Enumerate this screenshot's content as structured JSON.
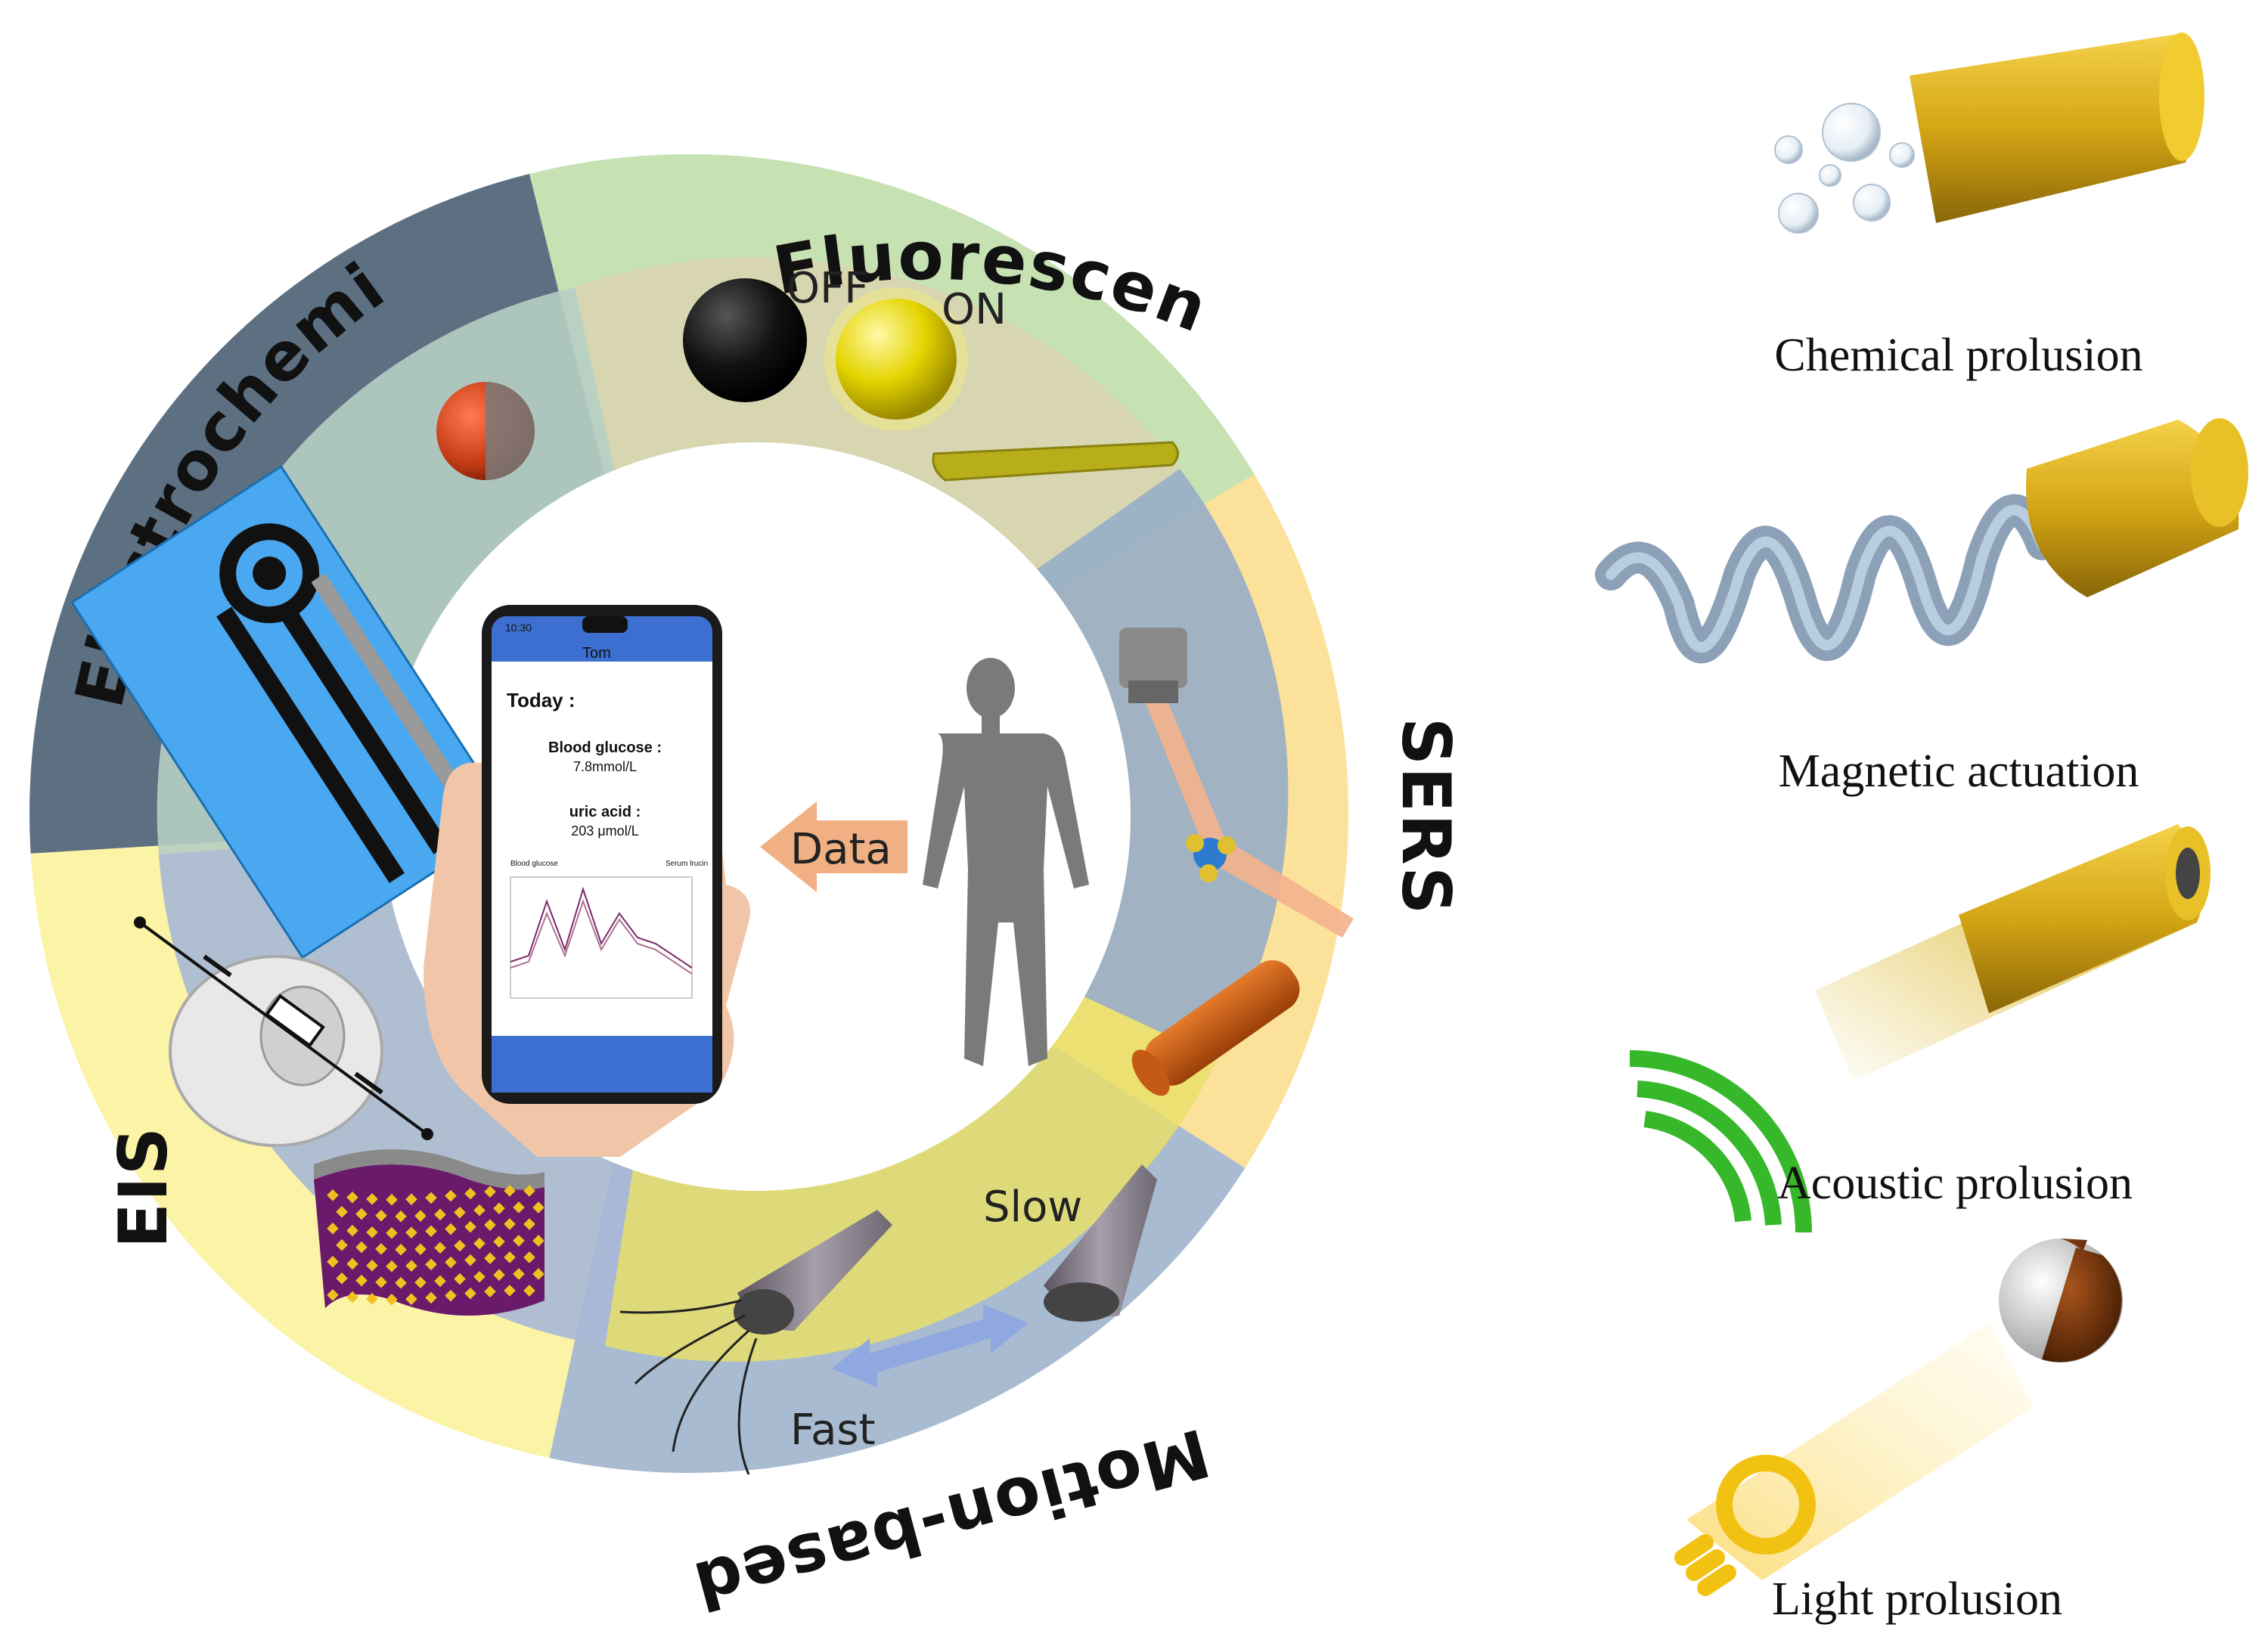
{
  "ring": {
    "fluorescence": "Fluorescence",
    "electrochemistry": "Electrochemistry",
    "sers": "SERS",
    "eis": "EIS",
    "motion": "Motion-based"
  },
  "fluorescence_panel": {
    "off": "OFF",
    "on": "ON"
  },
  "motion_panel": {
    "slow": "Slow",
    "fast": "Fast"
  },
  "center": {
    "data_arrow": "Data"
  },
  "phone": {
    "status_time": "10:30",
    "app_user": "Tom",
    "today": "Today :",
    "glucose_label": "Blood glucose :",
    "glucose_value": "7.8mmol/L",
    "uric_label": "uric acid :",
    "uric_value": "203 μmol/L",
    "chart_left": "Blood glucose",
    "chart_right": "Serum lrucin"
  },
  "propulsion": [
    {
      "label": "Chemical prolusion"
    },
    {
      "label": "Magnetic actuation"
    },
    {
      "label": "Acoustic prolusion"
    },
    {
      "label": "Light prolusion"
    }
  ],
  "colors": {
    "fluorescence": "#c9e3b8",
    "electrochemistry": "#5b6e80",
    "sers": "#fbe29a",
    "eis": "#fbf3a3",
    "motion": "#a9bcd1",
    "gold": "#d9b21a",
    "data_arrow": "#f0b083"
  },
  "chart_data": {
    "type": "line",
    "series": [
      {
        "values": [
          0.3,
          0.35,
          0.8,
          0.4,
          0.9,
          0.45,
          0.7,
          0.5,
          0.45,
          0.35,
          0.25
        ]
      },
      {
        "values": [
          0.25,
          0.3,
          0.7,
          0.35,
          0.8,
          0.4,
          0.65,
          0.45,
          0.4,
          0.3,
          0.2
        ]
      }
    ]
  }
}
